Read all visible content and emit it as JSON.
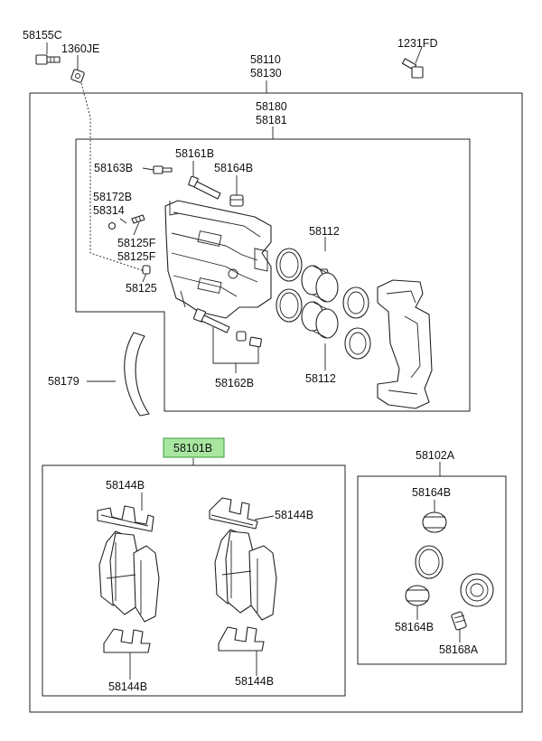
{
  "labels": {
    "bolt_58155C": "58155C",
    "washer_1360JE": "1360JE",
    "bolt_1231FD": "1231FD",
    "assy_58110": "58110",
    "assy_58130": "58130",
    "caliper_58180": "58180",
    "caliper_58181": "58181",
    "bolt_58163B": "58163B",
    "pin_58161B": "58161B",
    "boot_58164B_top": "58164B",
    "bleeder_58172B": "58172B",
    "cap_58314": "58314",
    "plug_58125F_1": "58125F",
    "plug_58125F_2": "58125F",
    "screw_58125": "58125",
    "piston_58112_top": "58112",
    "piston_58112_bottom": "58112",
    "shield_58179": "58179",
    "guide_58162B": "58162B",
    "pad_kit_58101B": "58101B",
    "seal_kit_58102A": "58102A",
    "clip_58144B_tl": "58144B",
    "clip_58144B_tr": "58144B",
    "clip_58144B_bl": "58144B",
    "clip_58144B_br": "58144B",
    "boot_58164B_kit_top": "58164B",
    "boot_58164B_kit_bottom": "58164B",
    "sleeve_58168A": "58168A"
  }
}
